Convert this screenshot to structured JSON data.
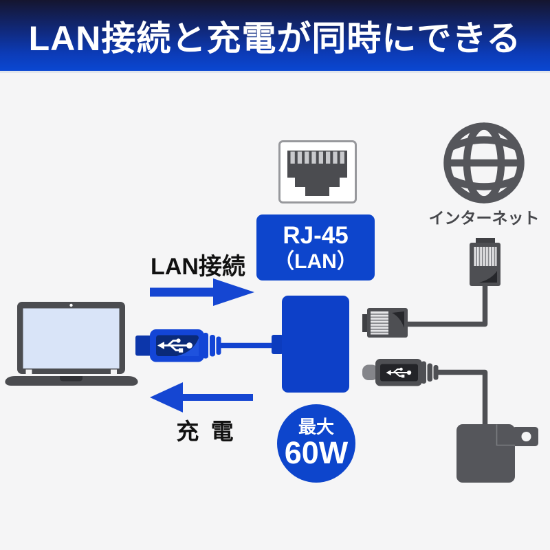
{
  "banner": {
    "title": "LAN接続と充電が同時にできる"
  },
  "diagram": {
    "lan_arrow_label": "LAN接続",
    "charge_arrow_label": "充 電",
    "rj45_box": {
      "line1": "RJ-45",
      "line2": "（LAN）"
    },
    "internet_label": "インターネット",
    "power_badge": {
      "line1": "最大",
      "line2": "60W"
    }
  },
  "icons": {
    "laptop": "laptop-icon",
    "usb_plug": "usb-plug-icon",
    "usb_logo": "usb-trident-icon",
    "hub": "usb-c-hub-icon",
    "arrow_right": "arrow-right-icon",
    "arrow_left": "arrow-left-icon",
    "rj45_port": "rj45-port-icon",
    "globe": "globe-icon",
    "rj45_plug_vertical": "rj45-plug-icon",
    "rj45_connector": "rj45-connector-icon",
    "usb_c_plug": "usb-c-plug-icon",
    "power_adapter": "ac-adapter-icon"
  },
  "colors": {
    "background": "#f5f5f6",
    "banner_gradient_top": "#15152f",
    "banner_gradient_bottom": "#0a47d2",
    "accent_blue": "#0d45cc",
    "cable_blue": "#1243cf",
    "dark_gray": "#505156",
    "laptop_screen": "#d9e4f8",
    "text_black": "#111111",
    "text_gray": "#46474b"
  }
}
